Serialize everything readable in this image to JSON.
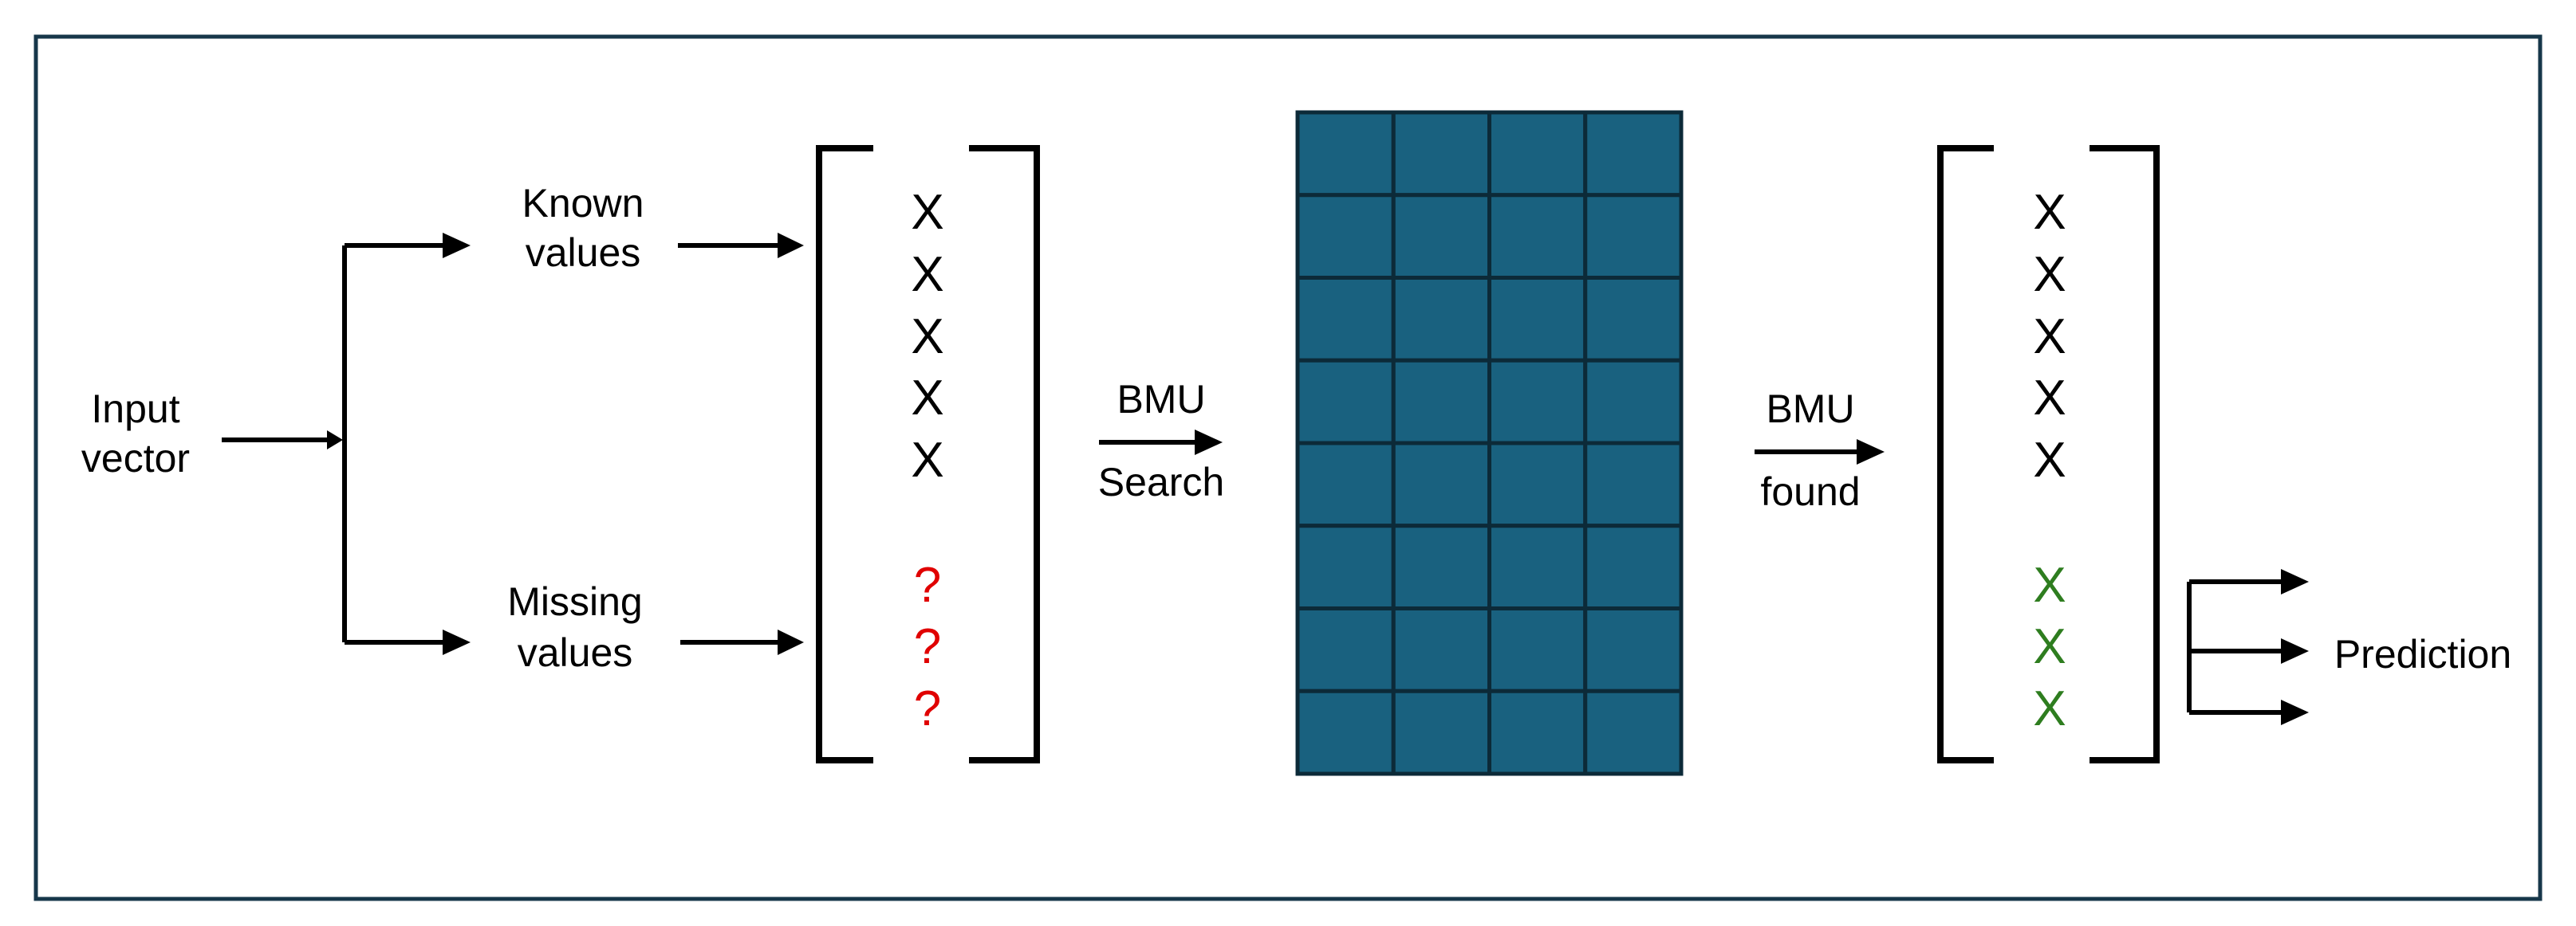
{
  "labels": {
    "input_line1": "Input",
    "input_line2": "vector",
    "known_line1": "Known",
    "known_line2": "values",
    "missing_line1": "Missing",
    "missing_line2": "values",
    "bmu_search_line1": "BMU",
    "bmu_search_line2": "Search",
    "bmu_found_line1": "BMU",
    "bmu_found_line2": "found",
    "prediction": "Prediction"
  },
  "input_vector_entries": [
    "X",
    "X",
    "X",
    "X",
    "X",
    "?",
    "?",
    "?"
  ],
  "output_vector_entries": [
    "X",
    "X",
    "X",
    "X",
    "X",
    "X",
    "X",
    "X"
  ],
  "som_grid": {
    "rows": 8,
    "cols": 4
  },
  "colors": {
    "frame": "#17374a",
    "grid_fill": "#19617f",
    "grid_stroke": "#0c2a38",
    "known_mark": "#000000",
    "missing_mark": "#e00000",
    "predicted_mark": "#2e7d1f",
    "line": "#000000"
  }
}
